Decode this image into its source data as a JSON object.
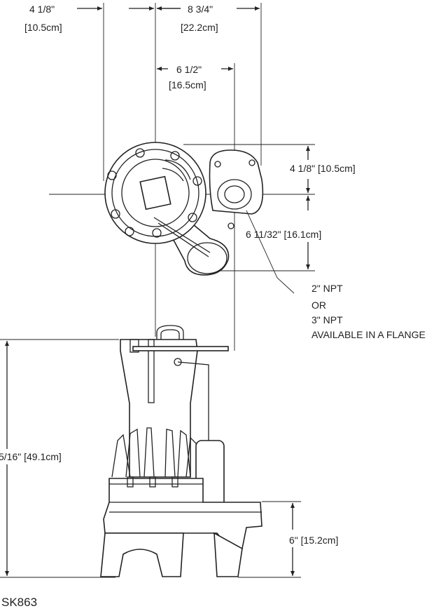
{
  "dimensions": {
    "top_left": {
      "in": "4 1/8\"",
      "cm": "[10.5cm]"
    },
    "top_right": {
      "in": "8 3/4\"",
      "cm": "[22.2cm]"
    },
    "middle": {
      "in": "6 1/2\"",
      "cm": "[16.5cm]"
    },
    "right_upper": "4 1/8\" [10.5cm]",
    "right_lower": "6 11/32\" [16.1cm]",
    "height_total": "5/16\" [49.1cm]",
    "height_base": "6\" [15.2cm]"
  },
  "discharge_note": {
    "line1": "2\" NPT",
    "line2": "OR",
    "line3": "3\" NPT",
    "line4": "AVAILABLE IN A FLANGE"
  },
  "model": "SK863"
}
